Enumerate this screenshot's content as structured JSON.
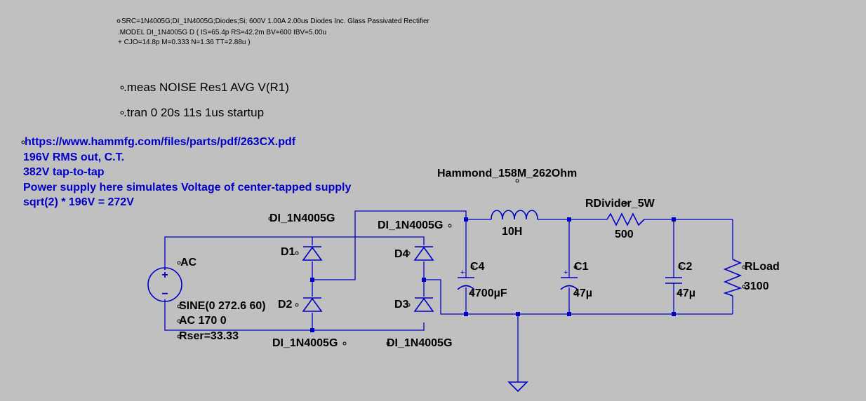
{
  "directives": {
    "model_line1": "SRC=1N4005G;DI_1N4005G;Diodes;Si;  600V  1.00A  2.00us   Diodes Inc. Glass Passivated Rectifier",
    "model_line2": ".MODEL DI_1N4005G D  ( IS=65.4p RS=42.2m BV=600 IBV=5.00u",
    "model_line3": "+ CJO=14.8p  M=0.333 N=1.36 TT=2.88u )",
    "meas": ".meas NOISE Res1 AVG V(R1)",
    "tran": ".tran 0 20s 11s 1us startup"
  },
  "comments": {
    "line1": "https://www.hammfg.com/files/parts/pdf/263CX.pdf",
    "line2": "196V RMS out, C.T.",
    "line3": "382V tap-to-tap",
    "line4": "Power supply here simulates Voltage of center-tapped supply",
    "line5": "sqrt(2) * 196V = 272V"
  },
  "source": {
    "name": "AC",
    "value": "SINE(0 272.6 60)",
    "ac": "AC 170 0",
    "rser": "Rser=33.33",
    "plus": "+",
    "minus": "−"
  },
  "diodes": {
    "d1": {
      "name": "D1",
      "model": "DI_1N4005G"
    },
    "d2": {
      "name": "D2",
      "model": "DI_1N4005G"
    },
    "d3": {
      "name": "D3",
      "model": "DI_1N4005G"
    },
    "d4": {
      "name": "D4",
      "model": "DI_1N4005G"
    }
  },
  "inductor": {
    "name": "Hammond_158M_262Ohm",
    "value": "10H"
  },
  "capacitors": {
    "c4": {
      "name": "C4",
      "value": "4700µF"
    },
    "c1": {
      "name": "C1",
      "value": "47µ"
    },
    "c2": {
      "name": "C2",
      "value": "47µ"
    }
  },
  "resistors": {
    "divider": {
      "name": "RDivider_5W",
      "value": "500"
    },
    "load": {
      "name": "RLoad",
      "value": "3100"
    }
  },
  "colors": {
    "background": "#c0c0c0",
    "wire": "#0000c8",
    "text": "#000000",
    "comment": "#0000c8"
  }
}
